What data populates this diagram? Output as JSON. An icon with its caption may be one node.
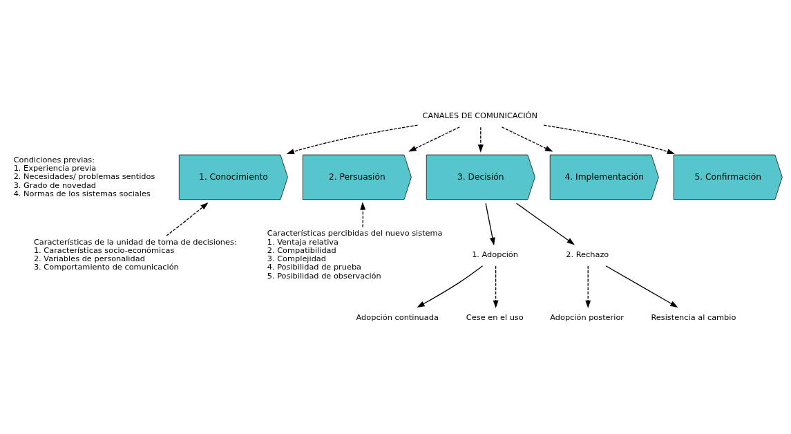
{
  "diagram": {
    "nodes": [
      {
        "text": [
          "CANALES DE COMUNICACIÓN"
        ]
      },
      {
        "text": [
          "1. Conocimiento"
        ]
      },
      {
        "text": [
          "2. Persuasión"
        ]
      },
      {
        "text": [
          "3. Decisión"
        ]
      },
      {
        "text": [
          "4. Implementación"
        ]
      },
      {
        "text": [
          "5. Confirmación"
        ]
      },
      {
        "text": [
          "Características de la unidad de toma de decisiones:",
          "1. Características socio-económicas",
          "2. Variables de personalidad",
          "3. Comportamiento de comunicación"
        ]
      },
      {
        "text": [
          "Características percibidas del nuevo sistema",
          "1. Ventaja relativa",
          "2. Compatibilidad",
          "3. Complejidad",
          "4. Posibilidad de prueba",
          "5. Posibilidad de observación"
        ]
      },
      {
        "text": [
          "1. Adopción"
        ]
      },
      {
        "text": [
          "2. Rechazo"
        ]
      },
      {
        "text": [
          "Adopción continuada"
        ]
      },
      {
        "text": [
          "Adopción posterior"
        ]
      },
      {
        "text": [
          "Cese en el uso"
        ]
      },
      {
        "text": [
          "Resistencia al cambio"
        ]
      }
    ],
    "edges": [
      {
        "from": 0,
        "to": 1,
        "arrow": "to",
        "style": "dashed"
      },
      {
        "from": 0,
        "to": 2,
        "arrow": "to",
        "style": "dashed"
      },
      {
        "from": 0,
        "to": 3,
        "arrow": "to",
        "style": "dashed"
      },
      {
        "from": 0,
        "to": 4,
        "arrow": "to",
        "style": "dashed"
      },
      {
        "from": 0,
        "to": 5,
        "arrow": "to",
        "style": "dashed"
      },
      {
        "from": 6,
        "to": 1,
        "arrow": "to",
        "style": "dashed"
      },
      {
        "from": 7,
        "to": 2,
        "arrow": "to",
        "style": "dashed"
      },
      {
        "from": 3,
        "to": 8,
        "arrow": "to"
      },
      {
        "from": 3,
        "to": 9,
        "arrow": "to"
      },
      {
        "from": 8,
        "to": 10,
        "arrow": "to"
      },
      {
        "from": 8,
        "to": 12,
        "arrow": "to",
        "style": "dashed"
      },
      {
        "from": 9,
        "to": 11,
        "arrow": "to",
        "style": "dashed"
      },
      {
        "from": 9,
        "to": 13,
        "arrow": "to"
      }
    ],
    "labels": [
      "Condiciones previas:",
      "1. Experiencia previa",
      "2. Necesidades/ problemas sentidos",
      "3. Grado de novedad",
      "4. Normas de los sistemas sociales"
    ]
  }
}
